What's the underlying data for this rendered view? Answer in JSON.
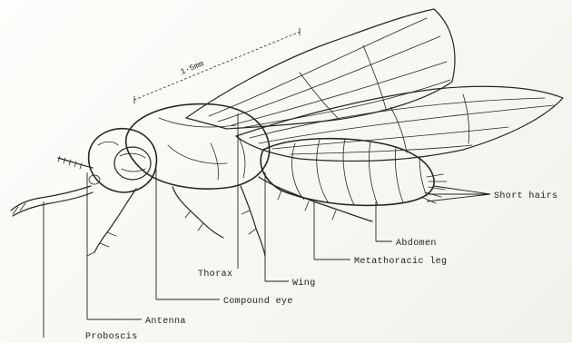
{
  "figure": {
    "scale_bar": "1·5mm",
    "labels": {
      "short_hairs": "Short hairs",
      "abdomen": "Abdomen",
      "metathoracic_leg": "Metathoracic leg",
      "thorax": "Thorax",
      "wing": "Wing",
      "compound_eye": "Compound eye",
      "antenna": "Antenna",
      "proboscis": "Proboscis"
    }
  }
}
